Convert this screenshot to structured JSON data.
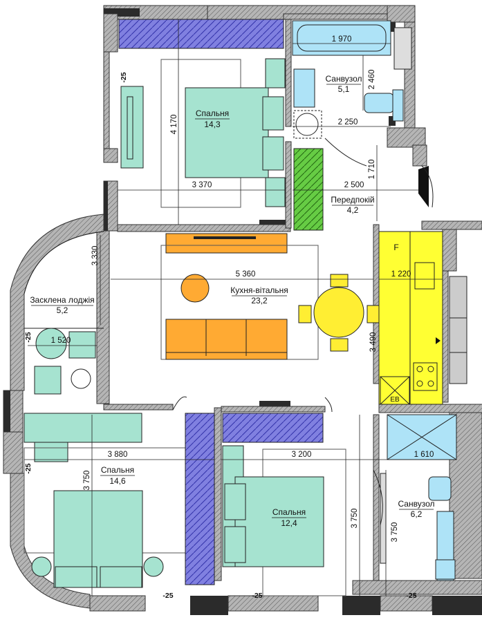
{
  "rooms": {
    "bedroom_top": {
      "name": "Спальня",
      "area": "14,3"
    },
    "bath_top": {
      "name": "Санвузол",
      "area": "5,1"
    },
    "hallway": {
      "name": "Передпокій",
      "area": "4,2"
    },
    "kitchen_living": {
      "name": "Кухня-вітальня",
      "area": "23,2"
    },
    "loggia": {
      "name": "Засклена лоджія",
      "area": "5,2"
    },
    "bedroom_left": {
      "name": "Спальня",
      "area": "14,6"
    },
    "bedroom_mid": {
      "name": "Спальня",
      "area": "12,4"
    },
    "bath_bottom": {
      "name": "Санвузол",
      "area": "6,2"
    }
  },
  "dimensions": {
    "bedroom_top_height": "4 170",
    "bedroom_top_width": "3 370",
    "bath_top_width": "1 970",
    "bath_top_height": "2 460",
    "bath_top_width2": "2 250",
    "hall_height": "1 710",
    "hall_width": "2 500",
    "loggia_height": "3 330",
    "kitchen_width": "5 360",
    "kitchen_right": "1 220",
    "loggia_width": "1 520",
    "kitchen_height": "3 490",
    "bedroom_left_width": "3 880",
    "bedroom_mid_width": "3 200",
    "bedroom_left_height": "3 750",
    "bedroom_mid_height": "3 750",
    "bath_bottom_width": "1 610",
    "bath_bottom_height": "3 750"
  },
  "levels": {
    "l1": "-25",
    "l2": "-25",
    "l3": "-25",
    "l4": "-25",
    "l5": "-25",
    "l6": "-25"
  },
  "appliances": {
    "fridge": "F",
    "boiler": "EB"
  },
  "colors": {
    "wardrobe": "#8080e0",
    "furniture": "#a6e3d0",
    "bath": "#aee3f7",
    "sofa": "#ffaa33",
    "kitchen": "#ffff33",
    "shoe_rack": "#66cc44",
    "wall": "#8c8c8c"
  }
}
